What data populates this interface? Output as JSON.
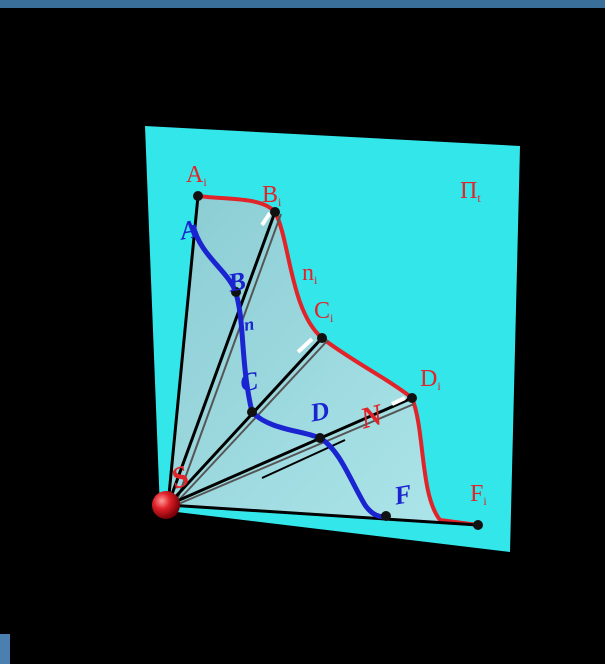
{
  "plane_label": "Π",
  "plane_label_sub": "t",
  "curve_label": "n",
  "curve_label_sub": "i",
  "projected_points": [
    {
      "letter": "A",
      "sub": "i"
    },
    {
      "letter": "B",
      "sub": "i"
    },
    {
      "letter": "C",
      "sub": "i"
    },
    {
      "letter": "D",
      "sub": "i"
    },
    {
      "letter": "F",
      "sub": "i"
    }
  ],
  "space_points": [
    "A",
    "B",
    "C",
    "D",
    "F"
  ],
  "space_curve_mark": "n",
  "projection_point_label": "N",
  "origin_label": "S",
  "colors": {
    "background": "#000000",
    "plane": "#33e6ea",
    "cone_fill": "#b9cfd6",
    "red_curve": "#e0242a",
    "blue_curve": "#1a24d0",
    "rays": "#000000",
    "origin": "#d2141c"
  }
}
